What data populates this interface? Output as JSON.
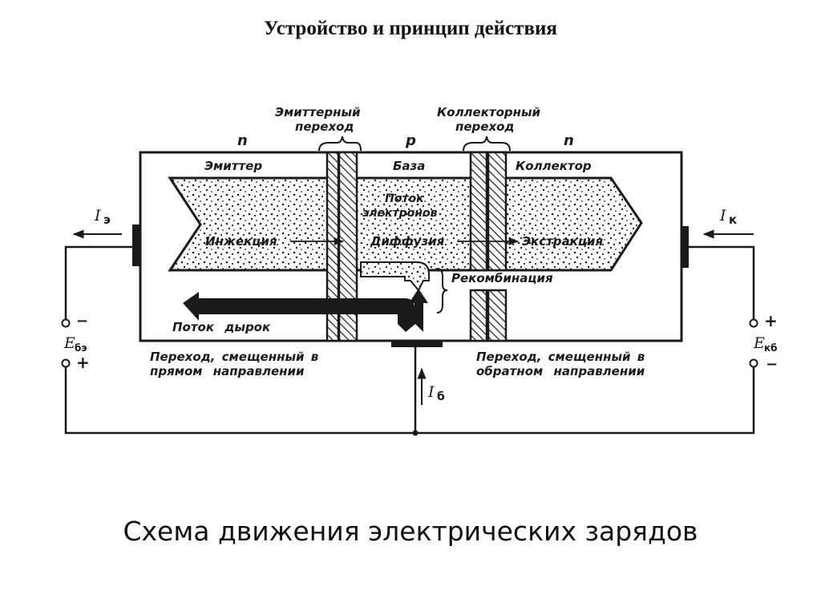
{
  "slide": {
    "title": "Устройство и принцип действия",
    "caption": "Схема движения электрических зарядов"
  },
  "diagram": {
    "regions": {
      "emitter": {
        "type": "n",
        "name": "Эмиттер"
      },
      "base": {
        "type": "p",
        "name": "База"
      },
      "collector": {
        "type": "n",
        "name": "Коллектор"
      }
    },
    "junctions": {
      "emitter": {
        "line1": "Эмиттерный",
        "line2": "переход"
      },
      "collector": {
        "line1": "Коллекторный",
        "line2": "переход"
      }
    },
    "processes": {
      "electron_flow_line1": "Поток",
      "electron_flow_line2": "электронов",
      "injection": "Инжекция",
      "diffusion": "Диффузия",
      "extraction": "Экстракция",
      "recombination": "Рекомбинация",
      "hole_flow": "Поток дырок"
    },
    "bias_notes": {
      "forward_line1": "Переход, смещенный в",
      "forward_line2": "прямом направлении",
      "reverse_line1": "Переход, смещенный в",
      "reverse_line2": "обратном направлении"
    },
    "currents": {
      "emitter": {
        "symbol": "I",
        "subscript": "э"
      },
      "collector": {
        "symbol": "I",
        "subscript": "к"
      },
      "base": {
        "symbol": "I",
        "subscript": "б"
      }
    },
    "sources": {
      "eb": {
        "symbol": "E",
        "subscript": "бэ",
        "top_sign": "−",
        "bottom_sign": "+"
      },
      "kb": {
        "symbol": "E",
        "subscript": "кб",
        "top_sign": "+",
        "bottom_sign": "−"
      }
    },
    "colors": {
      "ink": "#1a1a1a",
      "paper": "#ffffff",
      "fill": "#f4f4f4"
    }
  }
}
